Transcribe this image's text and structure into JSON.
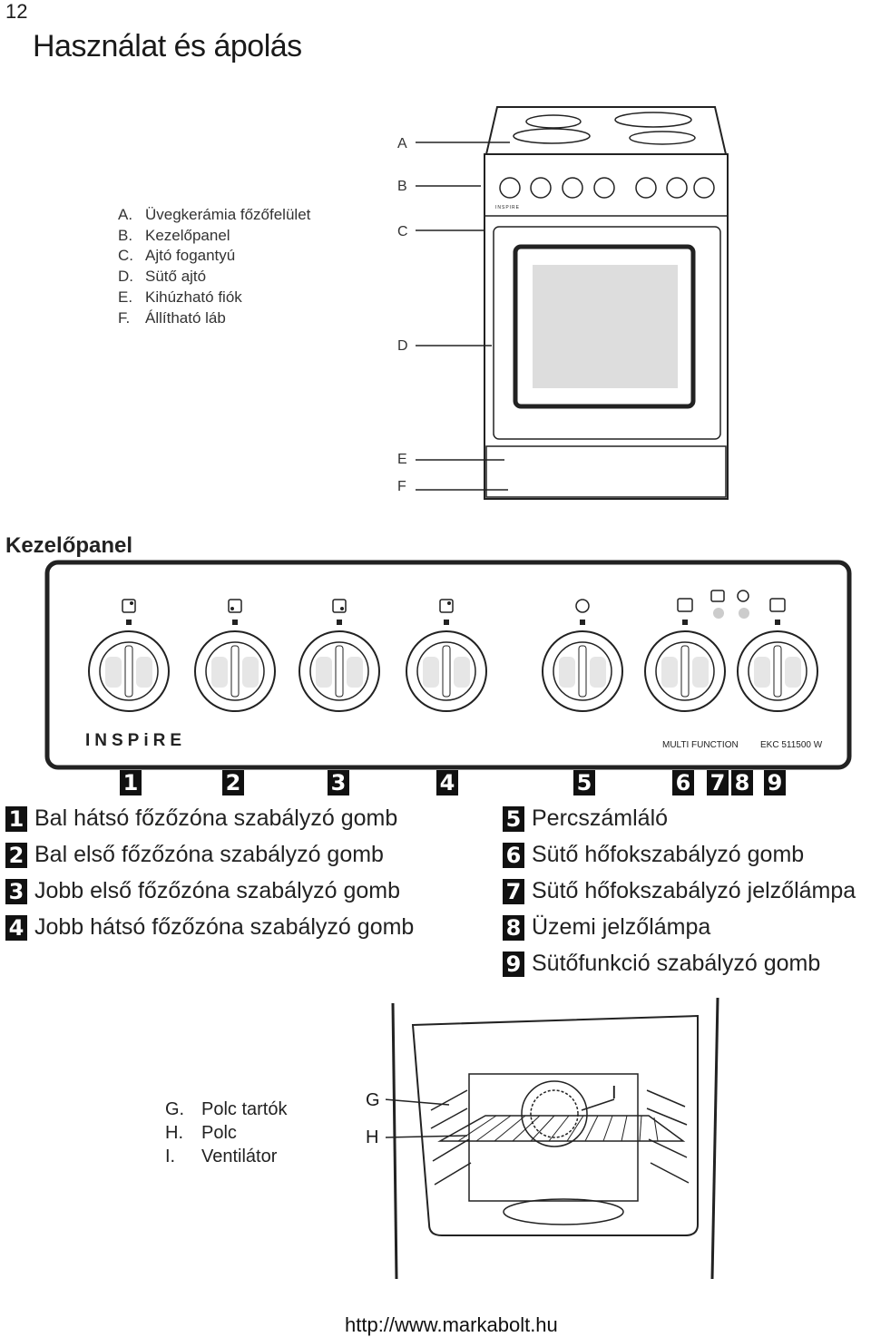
{
  "page_number": "12",
  "title": "Használat és ápolás",
  "parts": [
    {
      "key": "A.",
      "label": "Üvegkerámia főzőfelület"
    },
    {
      "key": "B.",
      "label": "Kezelőpanel"
    },
    {
      "key": "C.",
      "label": "Ajtó fogantyú"
    },
    {
      "key": "D.",
      "label": "Sütő ajtó"
    },
    {
      "key": "E.",
      "label": "Kihúzható fiók"
    },
    {
      "key": "F.",
      "label": "Állítható láb"
    }
  ],
  "part_callouts": [
    "A",
    "B",
    "C",
    "D",
    "E",
    "F"
  ],
  "section_title": "Kezelőpanel",
  "panel": {
    "brand": "INSPiRE",
    "function_label": "MULTI FUNCTION",
    "model": "EKC 511500 W"
  },
  "panel_numbers": [
    "1",
    "2",
    "3",
    "4",
    "5",
    "6",
    "7",
    "8",
    "9"
  ],
  "controls": [
    {
      "num": "1",
      "label": "Bal hátsó főzőzóna szabályzó gomb"
    },
    {
      "num": "2",
      "label": "Bal első főzőzóna szabályzó gomb"
    },
    {
      "num": "3",
      "label": "Jobb első főzőzóna szabályzó gomb"
    },
    {
      "num": "4",
      "label": "Jobb hátsó főzőzóna szabályzó gomb"
    },
    {
      "num": "5",
      "label": "Percszámláló"
    },
    {
      "num": "6",
      "label": "Sütő hőfokszabályzó gomb"
    },
    {
      "num": "7",
      "label": "Sütő hőfokszabályzó jelzőlámpa"
    },
    {
      "num": "8",
      "label": "Üzemi jelzőlámpa"
    },
    {
      "num": "9",
      "label": "Sütőfunkció szabályzó gomb"
    }
  ],
  "oven_parts": [
    {
      "key": "G.",
      "label": "Polc tartók"
    },
    {
      "key": "H.",
      "label": "Polc"
    },
    {
      "key": "I.",
      "label": "Ventilátor"
    }
  ],
  "oven_callouts": [
    "G",
    "H",
    "I"
  ],
  "url": "http://www.markabolt.hu"
}
